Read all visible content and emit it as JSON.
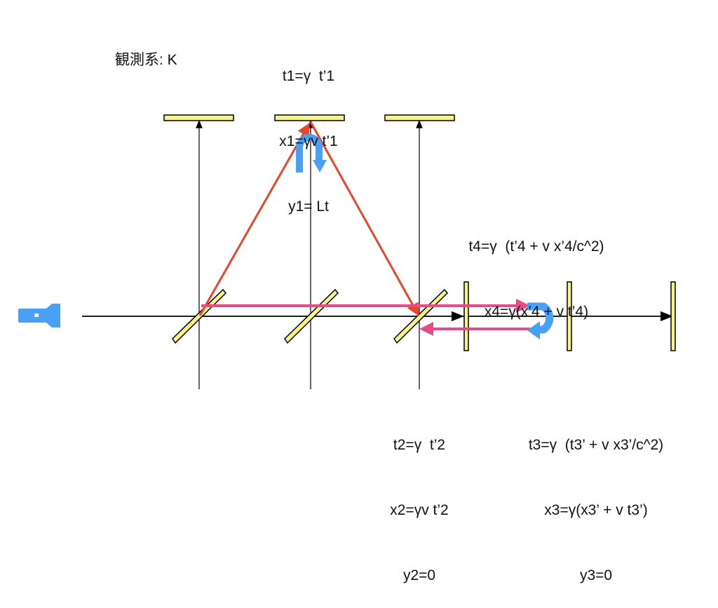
{
  "frame_label": "観測系: K",
  "event1": [
    "t1=γ  t’1",
    "x1=γv t’1",
    "y1= Lt"
  ],
  "event2": [
    "t2=γ  t’2",
    "x2=γv t’2",
    "y2=0"
  ],
  "event3": [
    "t3=γ  (t3’ + v x3’/c^2)",
    "x3=γ(x3’ + v t3’)",
    "y3=0"
  ],
  "event4": [
    "t4=γ  (t’4 + v x’4/c^2)",
    "x4=γ(x’4 + v t’4)"
  ],
  "colors": {
    "mirror": "#f7f38a",
    "red_beam": "#e8452b",
    "pink_beam": "#e84b8a",
    "blue": "#4aa0f5"
  },
  "icons": [
    "flashlight-icon",
    "u-turn-arrow-icon"
  ]
}
